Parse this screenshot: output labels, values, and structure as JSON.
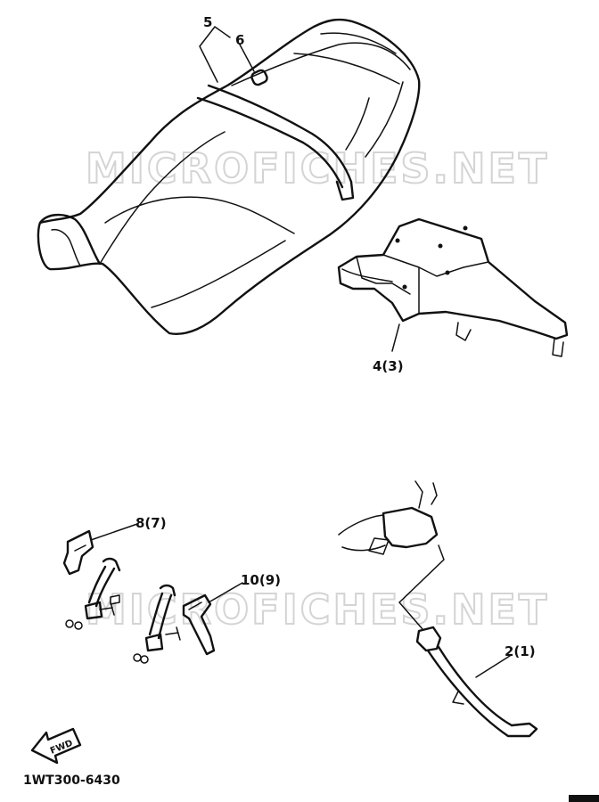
{
  "diagram": {
    "watermarks": [
      "MICROFICHES.NET",
      "MICROFICHES.NET"
    ],
    "callouts": {
      "seat_band": "5",
      "seat_band_clip": "6",
      "seat_bracket": "4(3)",
      "left_bracket": "8(7)",
      "right_bracket": "10(9)",
      "sidestand": "2(1)"
    },
    "fwd_arrow": "FWD",
    "drawing_code": "1WT300-6430"
  }
}
